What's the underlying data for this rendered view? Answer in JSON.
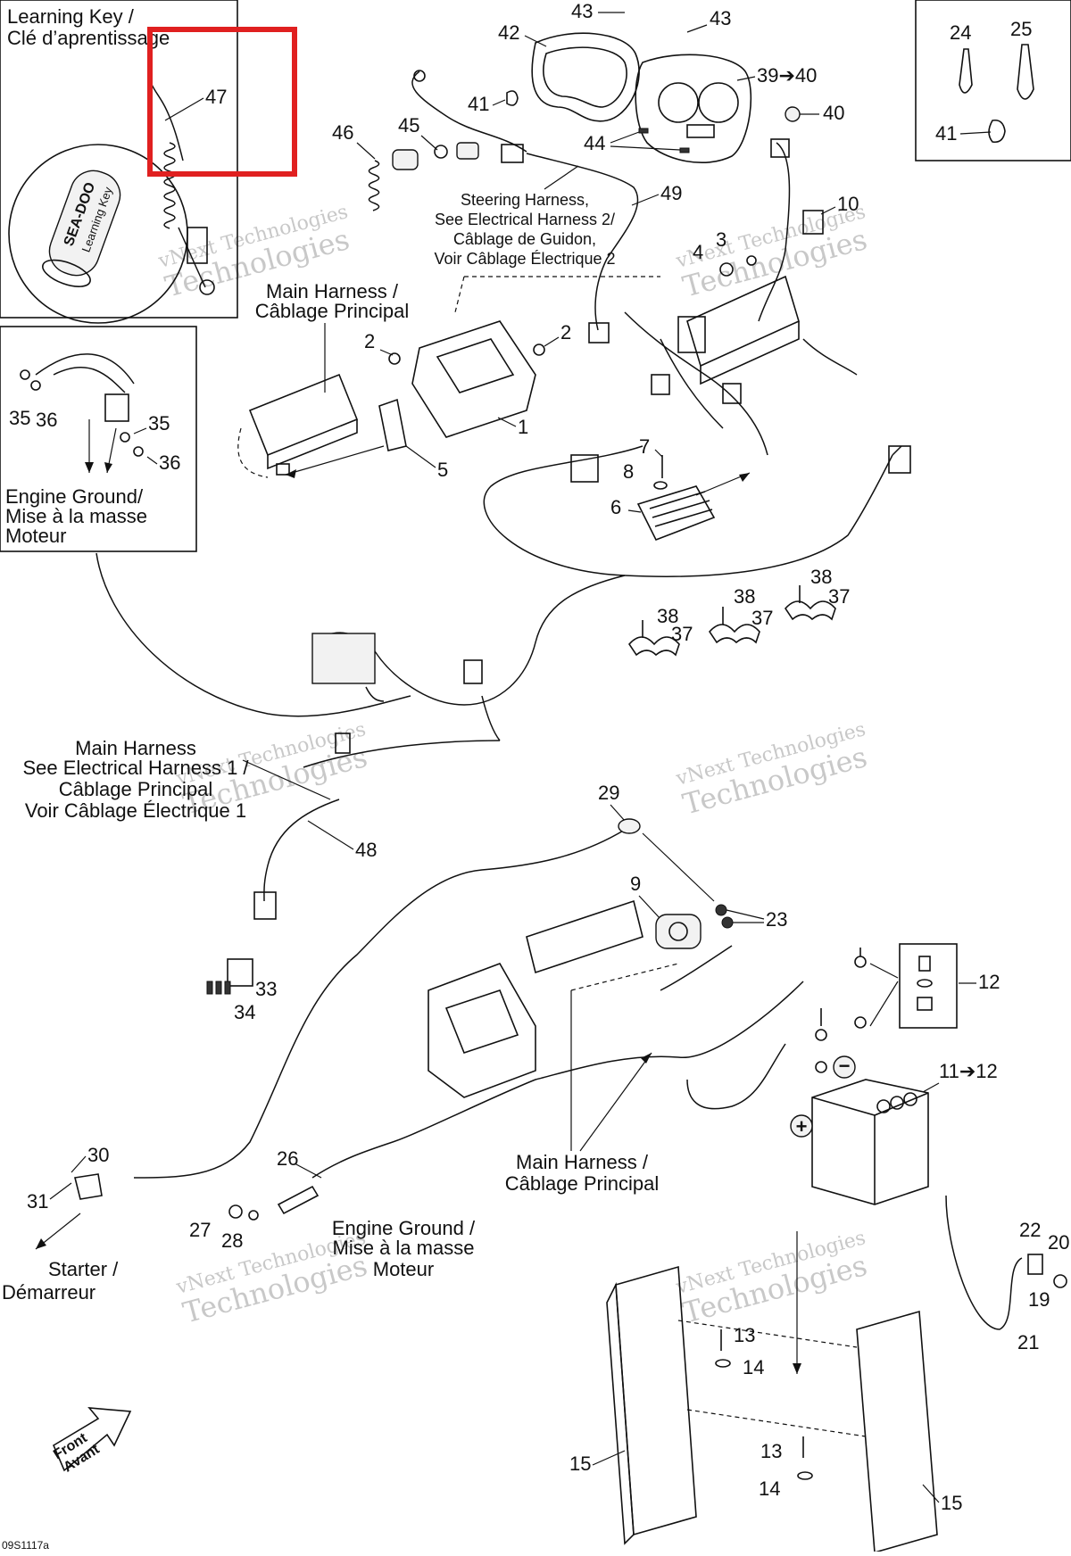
{
  "labels": {
    "learning_key_l1": "Learning Key /",
    "learning_key_l2": "Clé d’aprentissage",
    "key_brand": "SEA-DOO",
    "key_text": "Learning Key",
    "steering_l1": "Steering Harness,",
    "steering_l2": "See Electrical Harness 2/",
    "steering_l3": "Câblage de Guidon,",
    "steering_l4": "Voir Câblage Électrique 2",
    "main_top_l1": "Main Harness /",
    "main_top_l2": "Câblage Principal",
    "engine_ground_l1": "Engine Ground/",
    "engine_ground_l2": "Mise à la masse",
    "engine_ground_l3": "Moteur",
    "main_mid_l1": "Main Harness",
    "main_mid_l2": "See Electrical Harness 1 /",
    "main_mid_l3": "Câblage Principal",
    "main_mid_l4": "Voir Câblage Électrique 1",
    "main_bot_l1": "Main Harness /",
    "main_bot_l2": "Câblage Principal",
    "eng_ground_bot_l1": "Engine Ground /",
    "eng_ground_bot_l2": "Mise à la masse",
    "eng_ground_bot_l3": "Moteur",
    "starter_l1": "Starter /",
    "starter_l2": "Démarreur",
    "front_l1": "Front",
    "front_l2": "Avant",
    "ref_code": "09S1117a"
  },
  "callouts": {
    "p1": "1",
    "p2a": "2",
    "p2b": "2",
    "p3": "3",
    "p4": "4",
    "p5": "5",
    "p6": "6",
    "p7": "7",
    "p8": "8",
    "p9": "9",
    "p10": "10",
    "p11": "11➔12",
    "p12": "12",
    "p13a": "13",
    "p13b": "13",
    "p14a": "14",
    "p14b": "14",
    "p15a": "15",
    "p15b": "15",
    "p19": "19",
    "p20": "20",
    "p21": "21",
    "p22": "22",
    "p23": "23",
    "p24": "24",
    "p25": "25",
    "p26": "26",
    "p27": "27",
    "p28": "28",
    "p29": "29",
    "p30": "30",
    "p31": "31",
    "p33": "33",
    "p34": "34",
    "p35a": "35",
    "p35b": "35",
    "p36a": "36",
    "p36b": "36",
    "p37a": "37",
    "p37b": "37",
    "p37c": "37",
    "p38a": "38",
    "p38b": "38",
    "p38c": "38",
    "p39": "39➔40",
    "p40": "40",
    "p41a": "41",
    "p41b": "41",
    "p42": "42",
    "p43a": "43",
    "p43b": "43",
    "p44": "44",
    "p45": "45",
    "p46": "46",
    "p47": "47",
    "p48": "48",
    "p49": "49"
  },
  "watermark": {
    "line1": "vNext Technologies",
    "line2": "Technologies"
  },
  "symbols": {
    "minus": "−",
    "plus": "+"
  },
  "highlight_color": "#e02020"
}
